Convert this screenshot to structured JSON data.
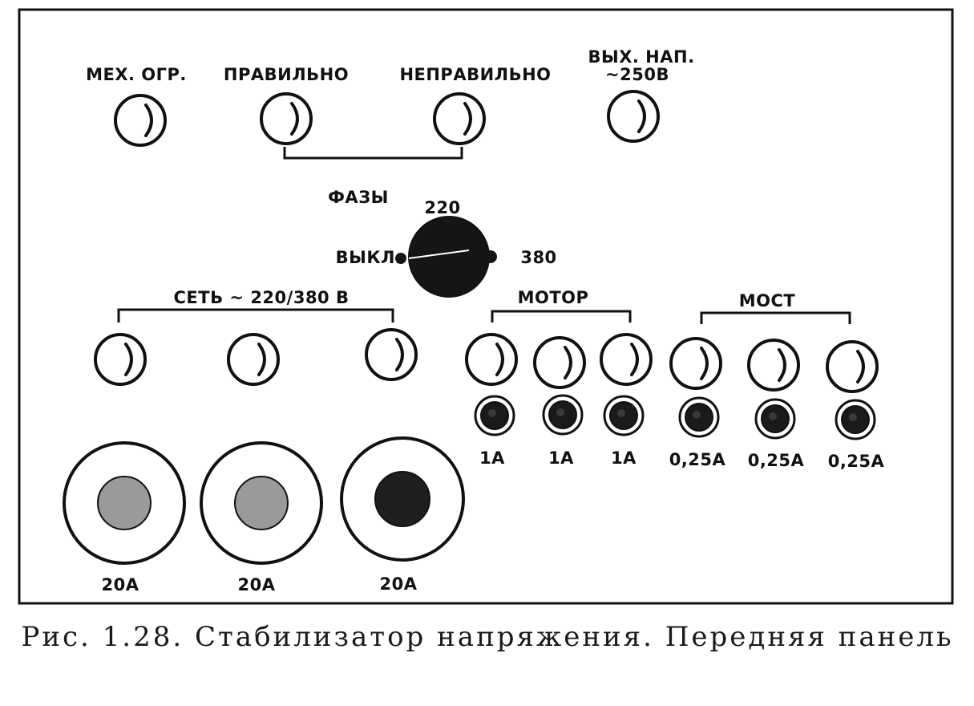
{
  "labels": {
    "mech_limit": "МЕХ. ОГР.",
    "correct": "ПРАВИЛЬНО",
    "incorrect": "НЕПРАВИЛЬНО",
    "out_voltage_line1": "ВЫХ. НАП.",
    "out_voltage_line2": "~250В",
    "phases": "ФАЗЫ",
    "switch_220": "220",
    "switch_off": "ВЫКЛ.",
    "switch_380": "380",
    "mains": "СЕТЬ ~ 220/380 В",
    "motor": "МОТОР",
    "bridge": "МОСТ"
  },
  "small_fuses": [
    "1А",
    "1А",
    "1А",
    "0,25А",
    "0,25А",
    "0,25А"
  ],
  "big_fuses": [
    "20А",
    "20А",
    "20А"
  ],
  "caption": "Рис. 1.28. Стабилизатор напряжения. Передняя панель",
  "colors": {
    "ink": "#111111",
    "paper": "#ffffff",
    "knob": "#151515",
    "fuse_light": "#9a9a9a",
    "fuse_dark": "#1f1f1f"
  }
}
